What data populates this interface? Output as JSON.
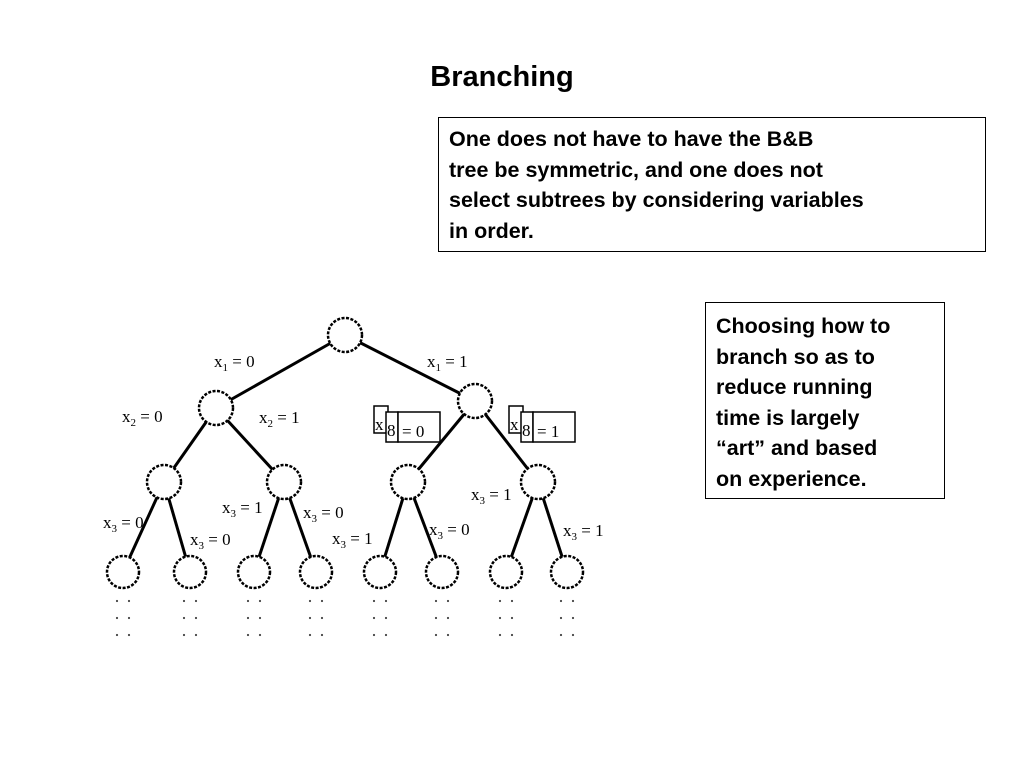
{
  "slide": {
    "title": "Branching",
    "note_top": [
      "One does not have to have the B&B",
      "tree be symmetric, and one does not",
      "select subtrees by considering variables",
      "in order."
    ],
    "note_right": [
      "Choosing how to",
      "branch so as to",
      "reduce running",
      "time is largely",
      "“art” and based",
      "on experience."
    ]
  },
  "tree": {
    "var_letter": "x",
    "edges": [
      {
        "var": "1",
        "value": "0"
      },
      {
        "var": "1",
        "value": "1"
      },
      {
        "var": "2",
        "value": "0"
      },
      {
        "var": "2",
        "value": "1"
      },
      {
        "var": "3",
        "value": "0"
      },
      {
        "var": "3",
        "value": "1"
      },
      {
        "var": "3",
        "value": "0"
      },
      {
        "var": "3",
        "value": "1"
      },
      {
        "var": "3",
        "value": "0"
      },
      {
        "var": "3",
        "value": "1"
      },
      {
        "var": "3",
        "value": "0"
      },
      {
        "var": "3",
        "value": "1"
      }
    ],
    "boxed_edges": [
      {
        "var": "8",
        "value": "0"
      },
      {
        "var": "8",
        "value": "1"
      }
    ]
  }
}
